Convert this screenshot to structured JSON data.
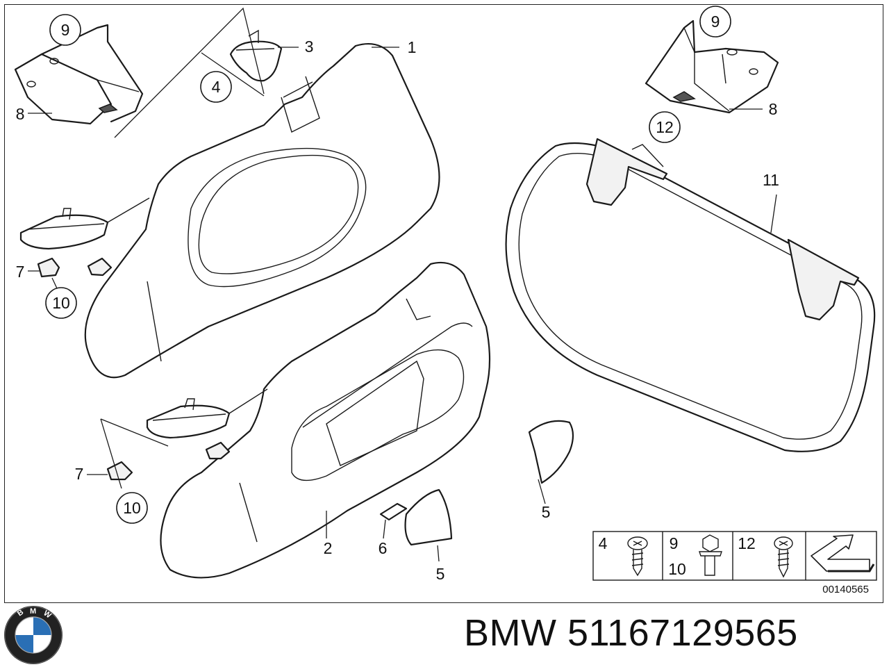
{
  "diagram": {
    "callouts": {
      "c9_left": "9",
      "c4": "4",
      "c10_upper": "10",
      "c10_lower": "10",
      "c12": "12",
      "c9_right": "9"
    },
    "labels": {
      "l1": "1",
      "l2": "2",
      "l3": "3",
      "l5a": "5",
      "l5b": "5",
      "l6": "6",
      "l7a": "7",
      "l7b": "7",
      "l8a": "8",
      "l8b": "8",
      "l11": "11"
    },
    "legend": {
      "cell1": {
        "num": "4"
      },
      "cell2": {
        "num_top": "9",
        "num_bottom": "10"
      },
      "cell3": {
        "num": "12"
      }
    },
    "doc_code": "00140565"
  },
  "footer": {
    "logo_letters": "BMW",
    "brand": "BMW",
    "part_number": "51167129565"
  },
  "colors": {
    "line": "#1a1a1a",
    "logo_blue": "#2a6fb5",
    "logo_ring": "#222222"
  }
}
